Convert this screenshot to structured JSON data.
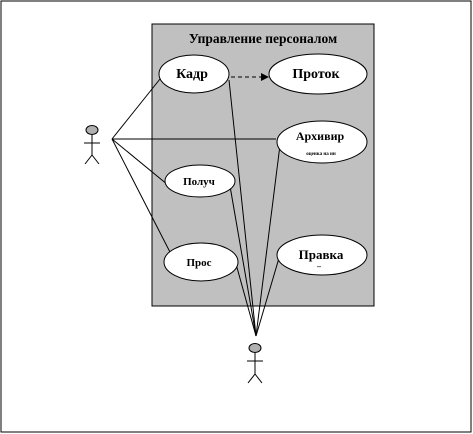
{
  "system": {
    "title": "Управление персоналом",
    "fill_color": "#c0c0c0"
  },
  "use_cases": {
    "kadr": "Кадр",
    "protok": "Проток",
    "arkhiv": "Архивир",
    "arkhiv_small": "оценка на ин",
    "poluch": "Получ",
    "pros": "Прос",
    "pravka": "Правка",
    "pravka_mark": "_"
  },
  "actors": {
    "left": {
      "icon": "stick-figure-icon",
      "head_color": "#b0b0b0"
    },
    "bottom": {
      "icon": "stick-figure-icon",
      "head_color": "#b0b0b0"
    }
  },
  "relations": {
    "kadr_to_protok": "dashed-arrow"
  }
}
